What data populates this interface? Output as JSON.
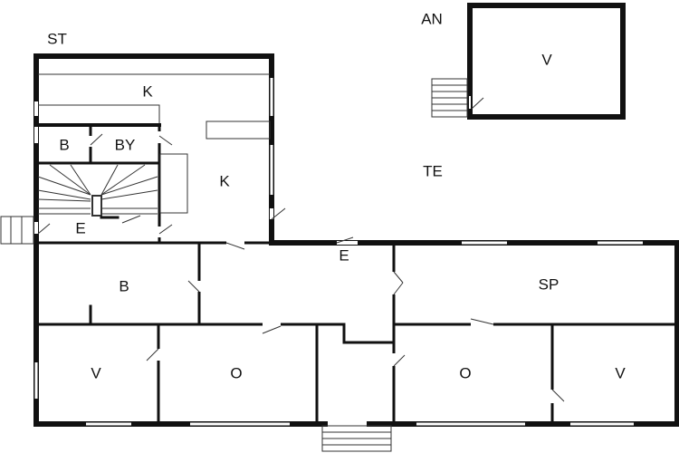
{
  "plan": {
    "labels": {
      "st": "ST",
      "an": "AN",
      "te": "TE",
      "an_room": "V",
      "k_top": "K",
      "k_main": "K",
      "b_small": "B",
      "by": "BY",
      "e_upper": "E",
      "e_hall": "E",
      "b_lower": "B",
      "sp": "SP",
      "v_left": "V",
      "o_left": "O",
      "o_right": "O",
      "v_right": "V"
    },
    "colors": {
      "wall": "#111111",
      "background": "#ffffff"
    }
  }
}
